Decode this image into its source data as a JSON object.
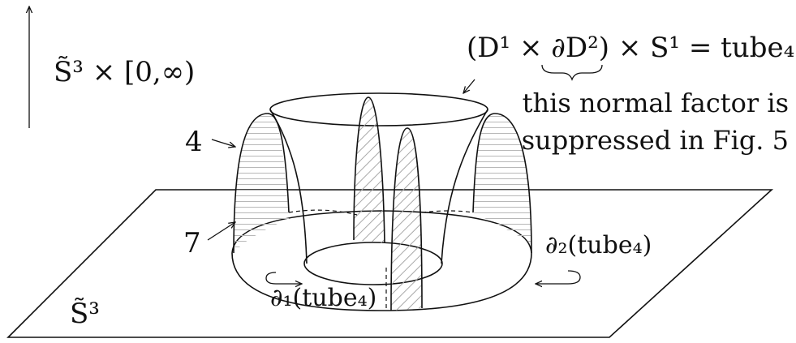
{
  "labels": {
    "ambient_space": "S̃³ × [0,∞)",
    "tube_equation_prefix": "(D¹ × ",
    "tube_equation_boundary": "∂D²",
    "tube_equation_suffix": ") × S¹ = tube₄",
    "note_line1": "this normal factor is",
    "note_line2": "suppressed in Fig. 5",
    "marker_4": "4",
    "marker_7": "7",
    "boundary_2": "∂₂(tube₄)",
    "boundary_1": "∂₁(tube₄)",
    "base_space": "S̃³"
  },
  "colors": {
    "ink": "#111111",
    "hatching": "#b8b8b8"
  }
}
